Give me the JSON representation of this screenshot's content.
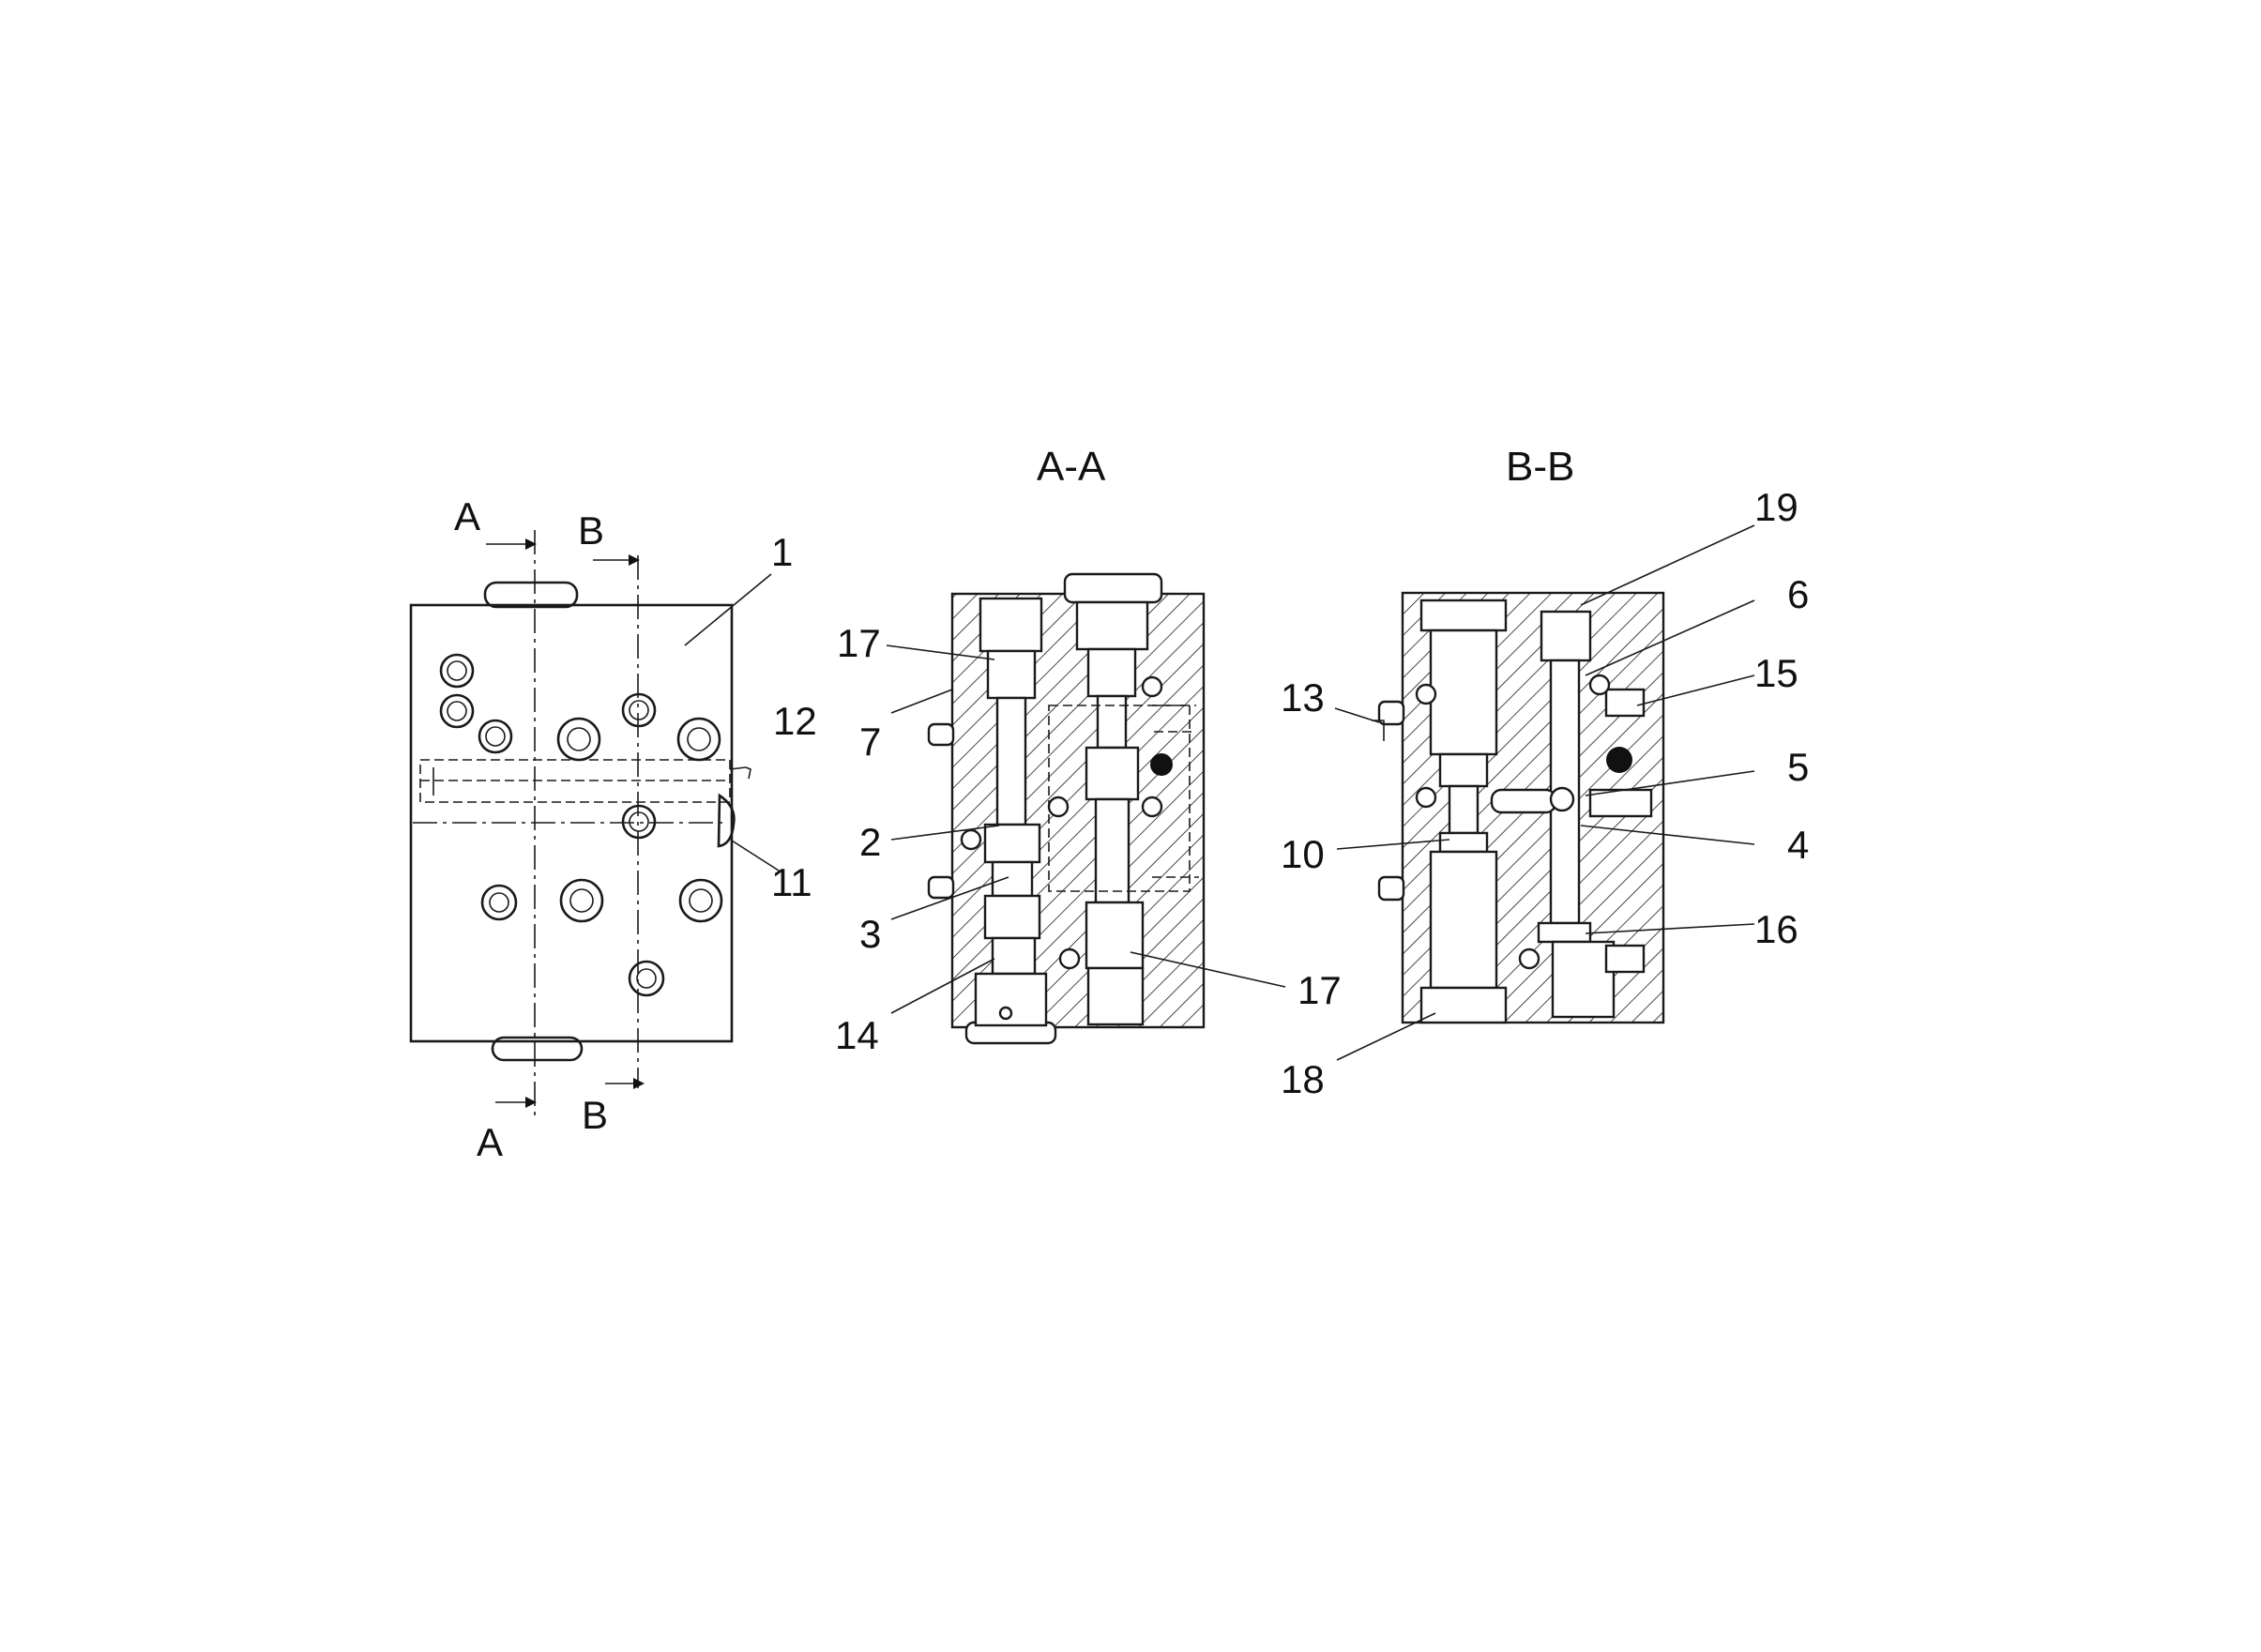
{
  "views": {
    "section_a_title": "A-A",
    "section_b_title": "B-B"
  },
  "cut_markers": {
    "a_top": "A",
    "b_top": "B",
    "a_bottom": "A",
    "b_bottom": "B"
  },
  "callouts": {
    "c1": "1",
    "c12": "12",
    "c11": "11",
    "c17_top": "17",
    "c7": "7",
    "c2": "2",
    "c3": "3",
    "c14": "14",
    "c17_bottom": "17",
    "c19": "19",
    "c6": "6",
    "c15": "15",
    "c13": "13",
    "c5": "5",
    "c4": "4",
    "c10": "10",
    "c16": "16",
    "c18": "18"
  }
}
